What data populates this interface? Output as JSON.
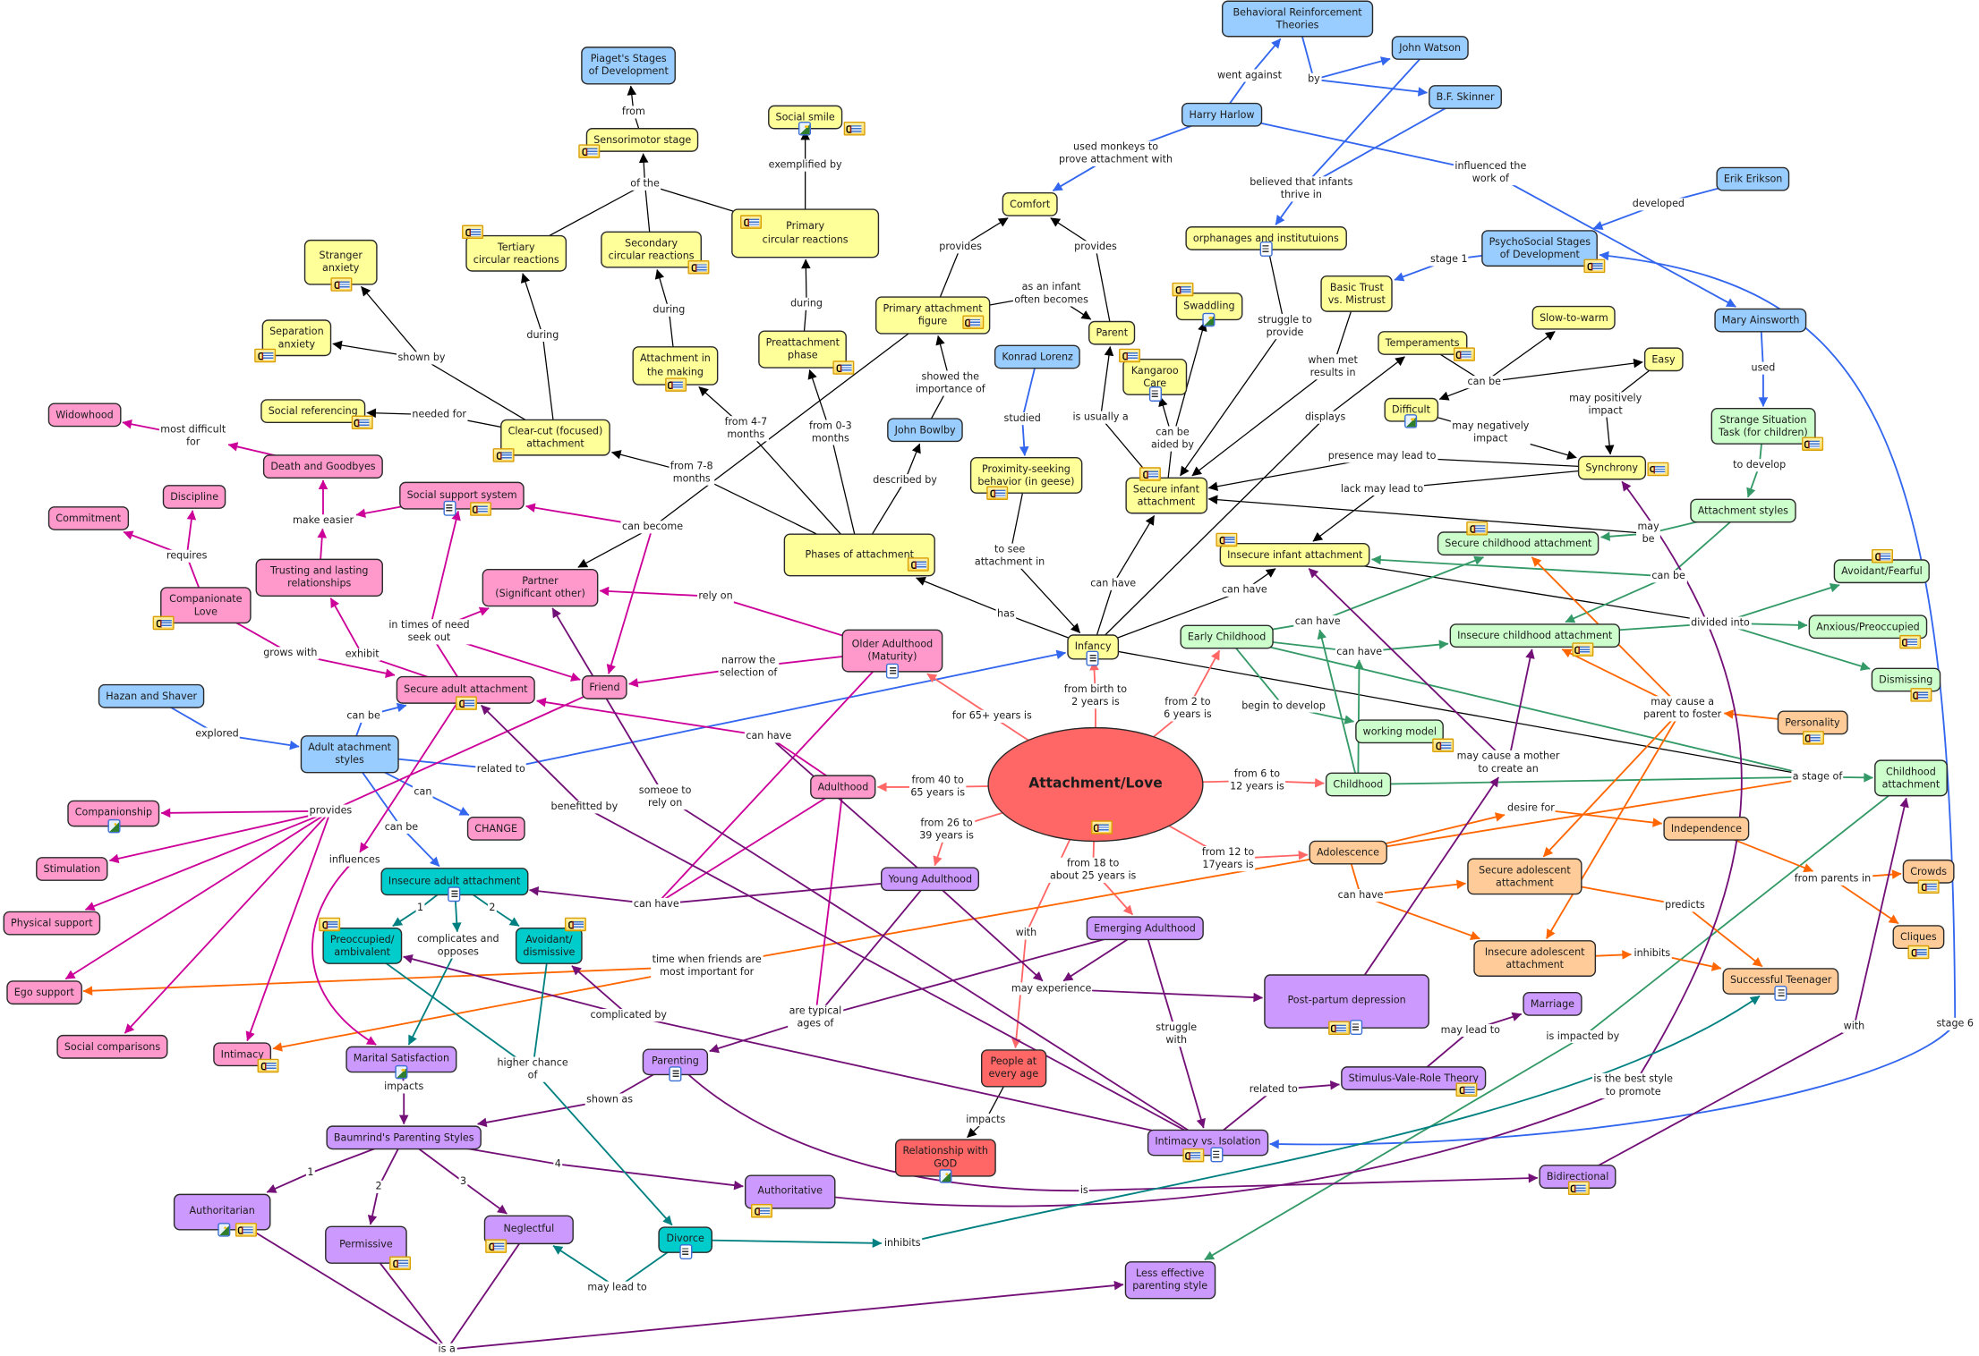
{
  "colors": {
    "concept_fills": {
      "blue": "#99ccff",
      "yellow": "#ffff99",
      "pink": "#ff99cc",
      "teal": "#00cccc",
      "purple": "#cc99ff",
      "red": "#ff6666",
      "green": "#ccffcc",
      "orange": "#ffcc99"
    },
    "lines": {
      "K": "#000000",
      "B": "#3366ee",
      "M": "#cc0099",
      "P": "#731077",
      "T": "#008080",
      "G": "#339966",
      "O": "#ff6600",
      "S": "#ff6666"
    }
  },
  "icons": {
    "note": "annotation-note-icon",
    "image": "image-resource-icon",
    "document": "document-resource-icon"
  },
  "concepts": {
    "r_love": "Attachment/Love",
    "b_brt": "Behavioral Reinforcement\nTheories",
    "b_watson": "John Watson",
    "b_skinner": "B.F. Skinner",
    "b_harlow": "Harry Harlow",
    "b_piaget": "Piaget's Stages\nof Development",
    "b_erikson": "Erik Erikson",
    "b_psycho": "PsychoSocial Stages\nof Development",
    "b_ainsworth": "Mary Ainsworth",
    "b_lorenz": "Konrad Lorenz",
    "b_bowlby": "John Bowlby",
    "b_hazan": "Hazan and Shaver",
    "b_adultstyles": "Adult atachment\nstyles",
    "y_sensori": "Sensorimotor stage",
    "y_smile": "Social smile",
    "y_comfort": "Comfort",
    "y_primary": "Primary\ncircular reactions",
    "y_secondary": "Secondary\ncircular reactions",
    "y_tertiary": "Tertiary\ncircular reactions",
    "y_stranger": "Stranger\nanxiety",
    "y_orphan": "orphanages and institutuions",
    "y_paf": "Primary attachment\nfigure",
    "y_swaddling": "Swaddling",
    "y_trust": "Basic Trust\nvs. Mistrust",
    "y_slow": "Slow-to-warm",
    "y_separation": "Separation\nanxiety",
    "y_preattach": "Preattachment\nphase",
    "y_parent": "Parent",
    "y_temper": "Temperaments",
    "y_easy": "Easy",
    "y_making": "Attachment in\nthe making",
    "y_kangaroo": "Kangaroo\nCare",
    "y_socref": "Social referencing",
    "y_difficult": "Difficult",
    "y_clearcut": "Clear-cut (focused)\nattachment",
    "y_proximity": "Proximity-seeking\nbehavior (in geese)",
    "y_synchrony": "Synchrony",
    "y_secinfant": "Secure infant\nattachment",
    "y_phases": "Phases of attachment",
    "y_insinfant": "Insecure infant attachment",
    "y_infancy": "Infancy",
    "p_widow": "Widowhood",
    "p_death": "Death and Goodbyes",
    "p_discipline": "Discipline",
    "p_social": "Social support system",
    "p_commitment": "Commitment",
    "p_trusting": "Trusting and lasting\nrelationships",
    "p_partner": "Partner\n(Significant other)",
    "p_companionate": "Companionate\nLove",
    "p_older": "Older Adulthood\n(Maturity)",
    "p_secadult": "Secure adult attachment",
    "p_friend": "Friend",
    "p_companionship": "Companionship",
    "p_change": "CHANGE",
    "p_adulthood": "Adulthood",
    "p_stimulation": "Stimulation",
    "p_physical": "Physical support",
    "p_ego": "Ego support",
    "p_socialcomp": "Social comparisons",
    "p_intimacy": "Intimacy",
    "t_insadult": "Insecure adult attachment",
    "t_preocc": "Preoccupied/\nambivalent",
    "t_avoidant": "Avoidant/\ndismissive",
    "t_divorce": "Divorce",
    "v_young": "Young Adulthood",
    "v_emerging": "Emerging Adulthood",
    "v_postpartum": "Post-partum depression",
    "v_marriage": "Marriage",
    "v_marital": "Marital Satisfaction",
    "v_parenting": "Parenting",
    "v_svr": "Stimulus-Vale-Role Theory",
    "v_baumrind": "Baumrind's Parenting Styles",
    "v_intimacy": "Intimacy vs. Isolation",
    "v_authoritative": "Authoritative",
    "v_bidirectional": "Bidirectional",
    "v_authoritarian": "Authoritarian",
    "v_permissive": "Permissive",
    "v_neglectful": "Neglectful",
    "v_lesseff": "Less effective\nparenting style",
    "r_people": "People at\nevery age",
    "r_god": "Relationship with\nGOD",
    "g_strange": "Strange Situation\nTask (for children)",
    "g_styles": "Attachment styles",
    "g_secchild": "Secure childhood attachment",
    "g_avoidantf": "Avoidant/Fearful",
    "g_early": "Early Childhood",
    "g_anxious": "Anxious/Preoccupied",
    "g_inschild": "Insecure childhood attachment",
    "g_dismissing": "Dismissing",
    "g_working": "working model",
    "g_childhood": "Childhood",
    "g_childatt": "Childhood\nattachment",
    "o_personality": "Personality",
    "o_independence": "Independence",
    "o_adolescence": "Adolescence",
    "o_secadol": "Secure adolescent\nattachment",
    "o_crowds": "Crowds",
    "o_cliques": "Cliques",
    "o_insadol": "Insecure adolescent\nattachment",
    "o_successful": "Successful Teenager"
  },
  "links": {
    "l_went": "went against",
    "l_by": "by",
    "l_monkeys": "used monkeys to\nprove attachment with",
    "l_influenced": "influenced the\nwork of",
    "l_believed": "believed that infants\nthrive in",
    "l_developed": "developed",
    "l_from": "from",
    "l_exemplified": "exemplified by",
    "l_ofthe": "of the",
    "l_provides1": "provides",
    "l_provides2": "provides",
    "l_stage1": "stage 1",
    "l_asinfant": "as an infant\noften becomes",
    "l_during1": "during",
    "l_during2": "during",
    "l_during3": "during",
    "l_shownby": "shown by",
    "l_struggle": "struggle to\nprovide",
    "l_used": "used",
    "l_whenmet": "when met\nresults in",
    "l_canbe_t": "can be",
    "l_showed": "showed the\nimportance of",
    "l_studied": "studied",
    "l_mpi": "may positively\nimpact",
    "l_needed": "needed for",
    "l_usually": "is usually a",
    "l_aided": "can be\naided by",
    "l_displays": "displays",
    "l_4to7": "from 4-7\nmonths",
    "l_0to3": "from 0-3\nmonths",
    "l_mni": "may negatively\nimpact",
    "l_mostdifficult": "most difficult\nfor",
    "l_described": "described by",
    "l_7to8": "from 7-8\nmonths",
    "l_presence": "presence may lead to",
    "l_todevelop": "to develop",
    "l_lack": "lack may lead to",
    "l_makeeasier": "make easier",
    "l_canbecome": "can become",
    "l_requires": "requires",
    "l_maybe": "may\nbe",
    "l_tosee": "to see\nattachment in",
    "l_canbe_s": "can be",
    "l_canhave1": "can have",
    "l_canhave2": "can have",
    "l_relyon": "rely on",
    "l_has": "has",
    "l_divided": "divided into",
    "l_canhave3": "can have",
    "l_grows": "grows with",
    "l_exhibit": "exhibit",
    "l_seekout": "in times of need\nseek out",
    "l_canhave4": "can have",
    "l_narrow": "narrow the\nselection of",
    "l_birth": "from birth to\n2 years is",
    "l_2": "from 2 to\n6 years is",
    "l_begin": "begin to develop",
    "l_65": "for 65+ years is",
    "l_canbe_a": "can be",
    "l_explored": "explored",
    "l_mayparent": "may cause a\nparent to foster",
    "l_canhave7": "can have",
    "l_relatedto1": "related to",
    "l_40": "from 40 to\n65 years is",
    "l_6": "from 6 to\n12 years is",
    "l_stageof": "a stage of",
    "l_maymother": "may cause a mother\nto create an",
    "l_can": "can",
    "l_someoe": "someoe to\nrely on",
    "l_benefitted": "benefitted by",
    "l_provides3": "provides",
    "l_canbe_b": "can be",
    "l_desire": "desire for",
    "l_26": "from 26 to\n39 years is",
    "l_influences": "influences",
    "l_12": "from 12 to\n17years is",
    "l_18": "from 18 to\nabout 25 years is",
    "l_fromparents": "from parents in",
    "l_1a": "1",
    "l_2a": "2",
    "l_canhave6": "can have",
    "l_canhave5": "can have",
    "l_predicts": "predicts",
    "l_complicates": "complicates and\nopposes",
    "l_with1": "with",
    "l_timefriends": "time when friends are\nmost important for",
    "l_inhibits1": "inhibits",
    "l_mayexp": "may experience",
    "l_typical": "are typical\nages of",
    "l_complicated": "complicated by",
    "l_strugglewith": "struggle\nwith",
    "l_mayleadto1": "may lead to",
    "l_impacted": "is impacted by",
    "l_with2": "with",
    "l_stage6": "stage 6",
    "l_impacts1": "impacts",
    "l_higher": "higher chance\nof",
    "l_relatedto2": "related to",
    "l_shownas": "shown as",
    "l_bestpromote": "is the best style\nto promote",
    "l_impacts2": "impacts",
    "l_is": "is",
    "l_b4": "4",
    "l_b1": "1",
    "l_b2": "2",
    "l_b3": "3",
    "l_inhibits2": "inhibits",
    "l_mayleadto2": "may lead to",
    "l_isa": "is a"
  }
}
